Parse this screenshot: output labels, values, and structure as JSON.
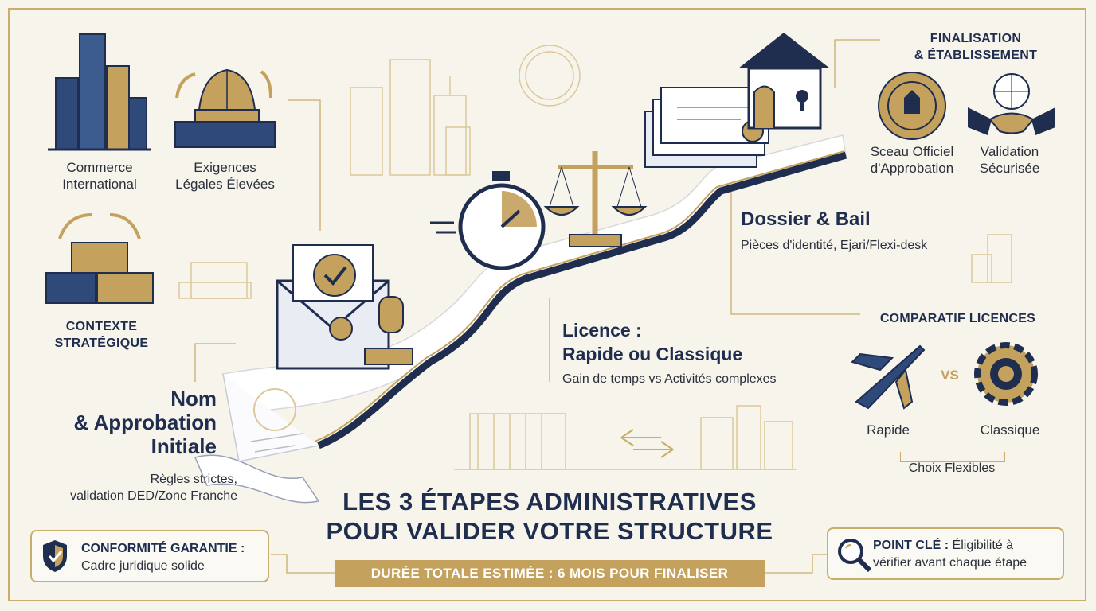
{
  "left": {
    "commerce": "Commerce\nInternational",
    "exigences": "Exigences\nLégales Élevées",
    "contexte": "CONTEXTE\nSTRATÉGIQUE"
  },
  "step1": {
    "title": "Nom\n& Approbation\nInitiale",
    "desc": "Règles strictes,\nvalidation DED/Zone Franche"
  },
  "step2": {
    "title": "Licence :\nRapide ou Classique",
    "desc": "Gain de temps vs Activités complexes"
  },
  "step3": {
    "title": "Dossier & Bail",
    "desc": "Pièces d'identité, Ejari/Flexi-desk"
  },
  "right": {
    "final_title": "FINALISATION\n& ÉTABLISSEMENT",
    "sceau": "Sceau Officiel\nd'Approbation",
    "validation": "Validation\nSécurisée",
    "compare_title": "COMPARATIF LICENCES",
    "rapide": "Rapide",
    "vs": "VS",
    "classique": "Classique",
    "choix": "Choix Flexibles"
  },
  "main_title": "LES 3 ÉTAPES ADMINISTRATIVES\nPOUR VALIDER VOTRE STRUCTURE",
  "conformite": {
    "bold": "CONFORMITÉ GARANTIE :",
    "text": "Cadre juridique solide"
  },
  "point_cle": {
    "bold": "POINT CLÉ :",
    "text": " Éligibilité à\nvérifier avant chaque étape"
  },
  "banner": "DURÉE TOTALE ESTIMÉE : 6 MOIS POUR FINALISER",
  "colors": {
    "navy": "#1f2d4f",
    "gold": "#c4a15c",
    "cream": "#f7f4ec"
  }
}
